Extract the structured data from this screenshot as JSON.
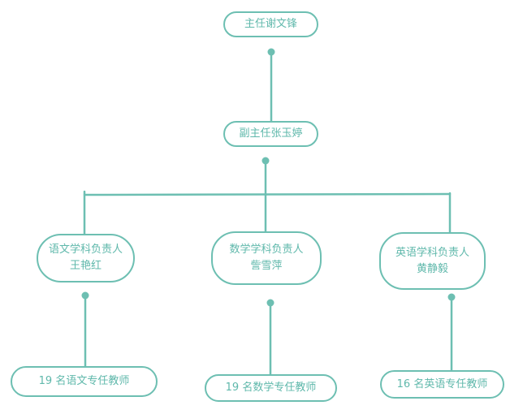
{
  "colors": {
    "line": "#6dbfb2",
    "text": "#5fb8ab",
    "background": "#ffffff"
  },
  "nodes": {
    "director": {
      "text": "主任谢文锋"
    },
    "deputy_director": {
      "text": "副主任张玉婷"
    },
    "chinese_lead": {
      "line1": "语文学科负责人",
      "line2": "王艳红"
    },
    "math_lead": {
      "line1": "数学学科负责人",
      "line2": "訾雪萍"
    },
    "english_lead": {
      "line1": "英语学科负责人",
      "line2": "黄静毅"
    },
    "chinese_teachers": {
      "text": "19 名语文专任教师"
    },
    "math_teachers": {
      "text": "19 名数学专任教师"
    },
    "english_teachers": {
      "text": "16 名英语专任教师"
    }
  }
}
